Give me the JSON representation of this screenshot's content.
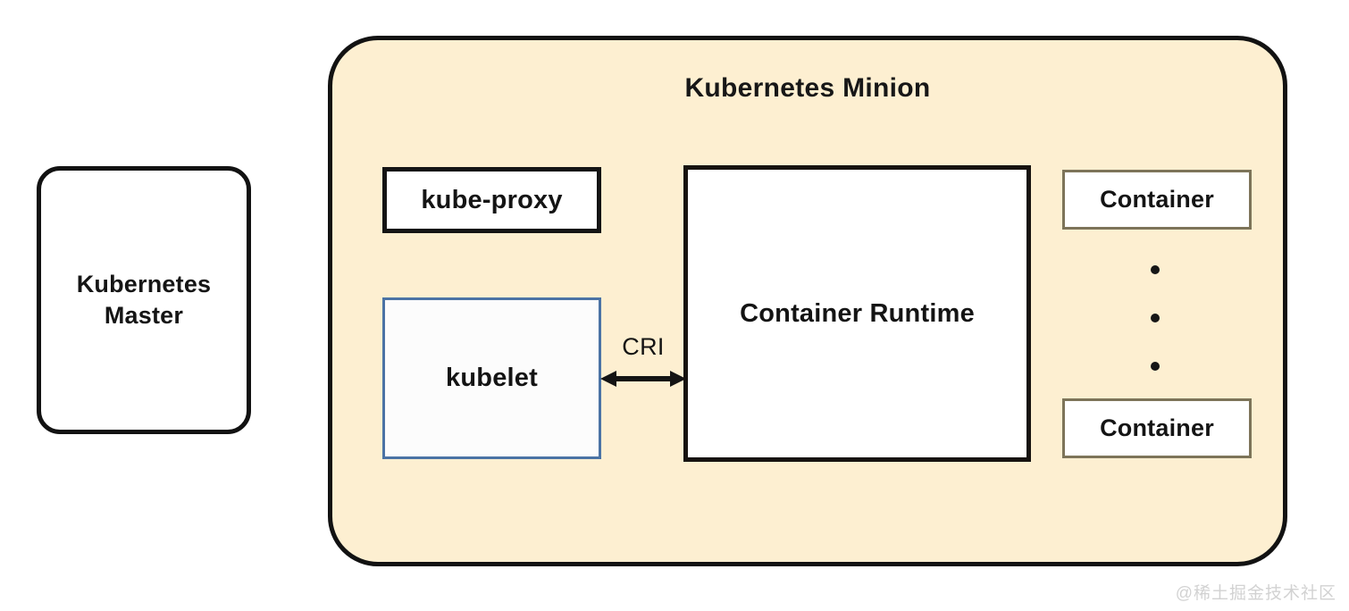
{
  "diagram": {
    "title": "Kubernetes Minion",
    "master": {
      "label_line1": "Kubernetes",
      "label_line2": "Master"
    },
    "minion": {
      "title": "Kubernetes Minion",
      "components": {
        "kube_proxy": "kube-proxy",
        "kubelet": "kubelet",
        "container_runtime": "Container Runtime",
        "container_top": "Container",
        "container_bottom": "Container"
      },
      "connection": {
        "label": "CRI",
        "style": "double-headed-arrow",
        "from": "kubelet",
        "to": "Container Runtime"
      },
      "ellipsis": "three vertical dots"
    }
  },
  "colors": {
    "minion_fill": "#fdefd1",
    "minion_border": "#121212",
    "master_fill": "#ffffff",
    "master_border": "#121212",
    "kube_proxy_border": "#141414",
    "kubelet_border": "#4b73a5",
    "runtime_border": "#171310",
    "container_border": "#7d7459",
    "text": "#141414",
    "watermark": "#d2d2d2",
    "page_background": "#ffffff"
  },
  "watermark": {
    "text": "@稀土掘金技术社区"
  }
}
